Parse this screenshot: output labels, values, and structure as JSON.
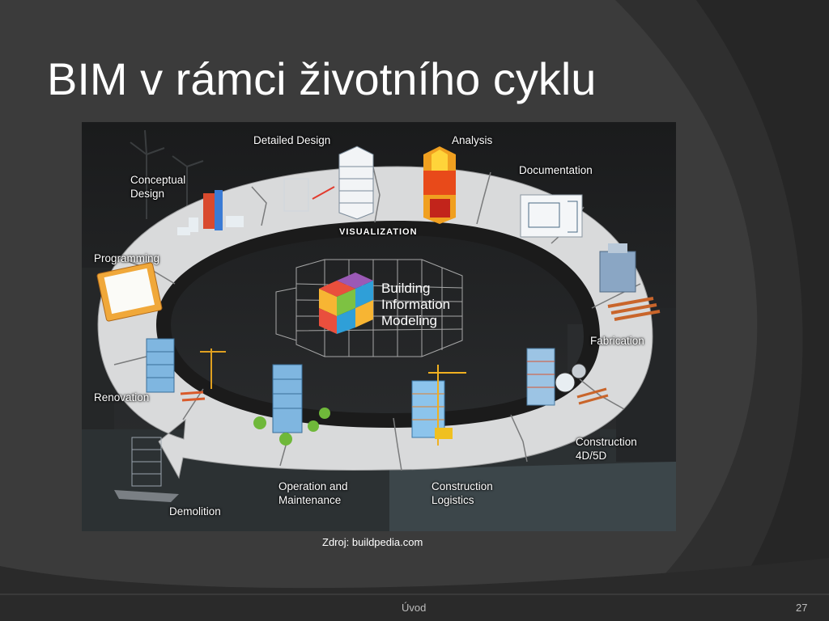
{
  "slide": {
    "title": "BIM v rámci životního cyklu",
    "source": "Zdroj: buildpedia.com",
    "footer": "Úvod",
    "page_number": "27"
  },
  "diagram": {
    "ring_band_label": "VISUALIZATION",
    "core": {
      "line1": "Building",
      "line2": "Information",
      "line3": "Modeling"
    },
    "stages": {
      "detailed_design": "Detailed Design",
      "analysis": "Analysis",
      "documentation": "Documentation",
      "conceptual_design_l1": "Conceptual",
      "conceptual_design_l2": "Design",
      "programming": "Programming",
      "fabrication": "Fabrication",
      "renovation": "Renovation",
      "construction_4d_l1": "Construction",
      "construction_4d_l2": "4D/5D",
      "operation_l1": "Operation and",
      "operation_l2": "Maintenance",
      "logistics_l1": "Construction",
      "logistics_l2": "Logistics",
      "demolition": "Demolition"
    }
  },
  "colors": {
    "slide_background": "#3a3a3a",
    "ring_fill": "#d9dadb",
    "ring_band": "#1b1b1b",
    "core_cube_1": "#e94f3d",
    "core_cube_2": "#7dc242",
    "core_cube_3": "#2f9fd8",
    "core_cube_4": "#f7b533",
    "core_cube_5": "#9b59b6"
  }
}
